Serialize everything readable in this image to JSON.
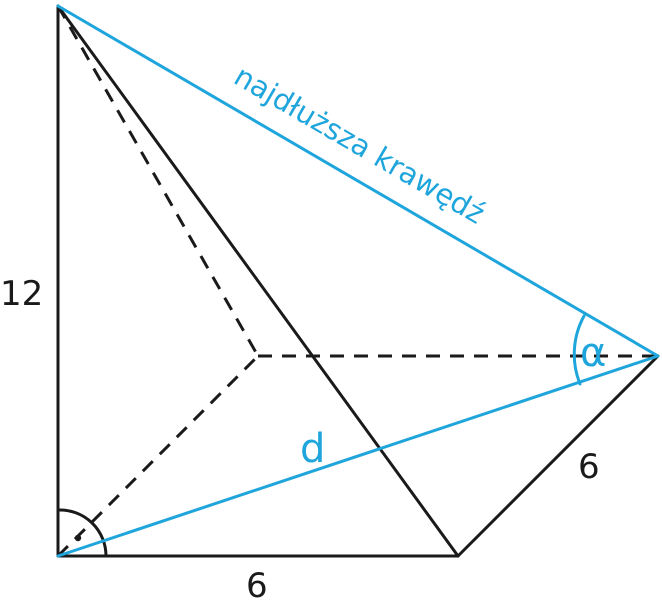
{
  "labels": {
    "height": "12",
    "base_bottom": "6",
    "base_right": "6",
    "diagonal": "d",
    "angle": "α",
    "longest_edge": "najdłuższa krawędź"
  },
  "colors": {
    "edges": "#1a1a1a",
    "highlight": "#1ea5dc"
  }
}
